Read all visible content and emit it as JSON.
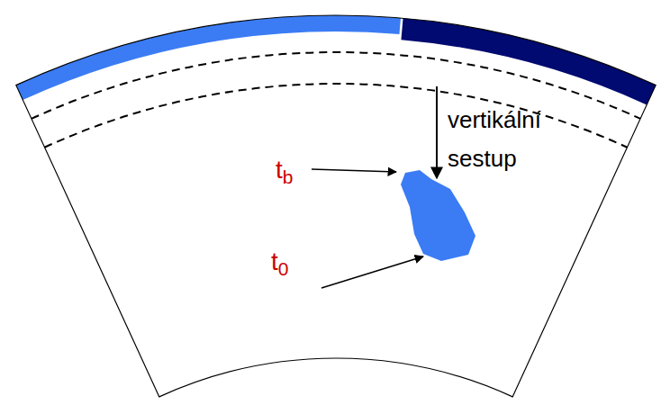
{
  "diagram": {
    "labels": [
      "tb",
      "t0",
      "vertikální sestup"
    ]
  }
}
